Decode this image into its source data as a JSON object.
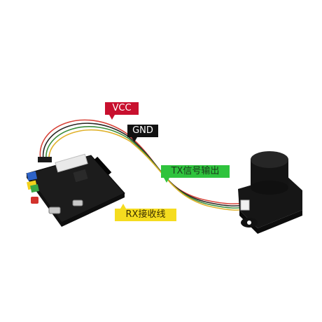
{
  "labels": {
    "vcc": "VCC",
    "gnd": "GND",
    "tx": "TX信号输出",
    "rx": "RX接收线"
  },
  "colors": {
    "vcc_label": "#c8102e",
    "gnd_label": "#111111",
    "tx_label": "#2fc33d",
    "rx_label": "#f5dc1f",
    "wire_red": "#d8443a",
    "wire_black": "#2a2622",
    "wire_green": "#3a8c3a",
    "wire_yellow": "#e0b12a",
    "board": "#1c1c1c",
    "sensor": "#161616"
  }
}
